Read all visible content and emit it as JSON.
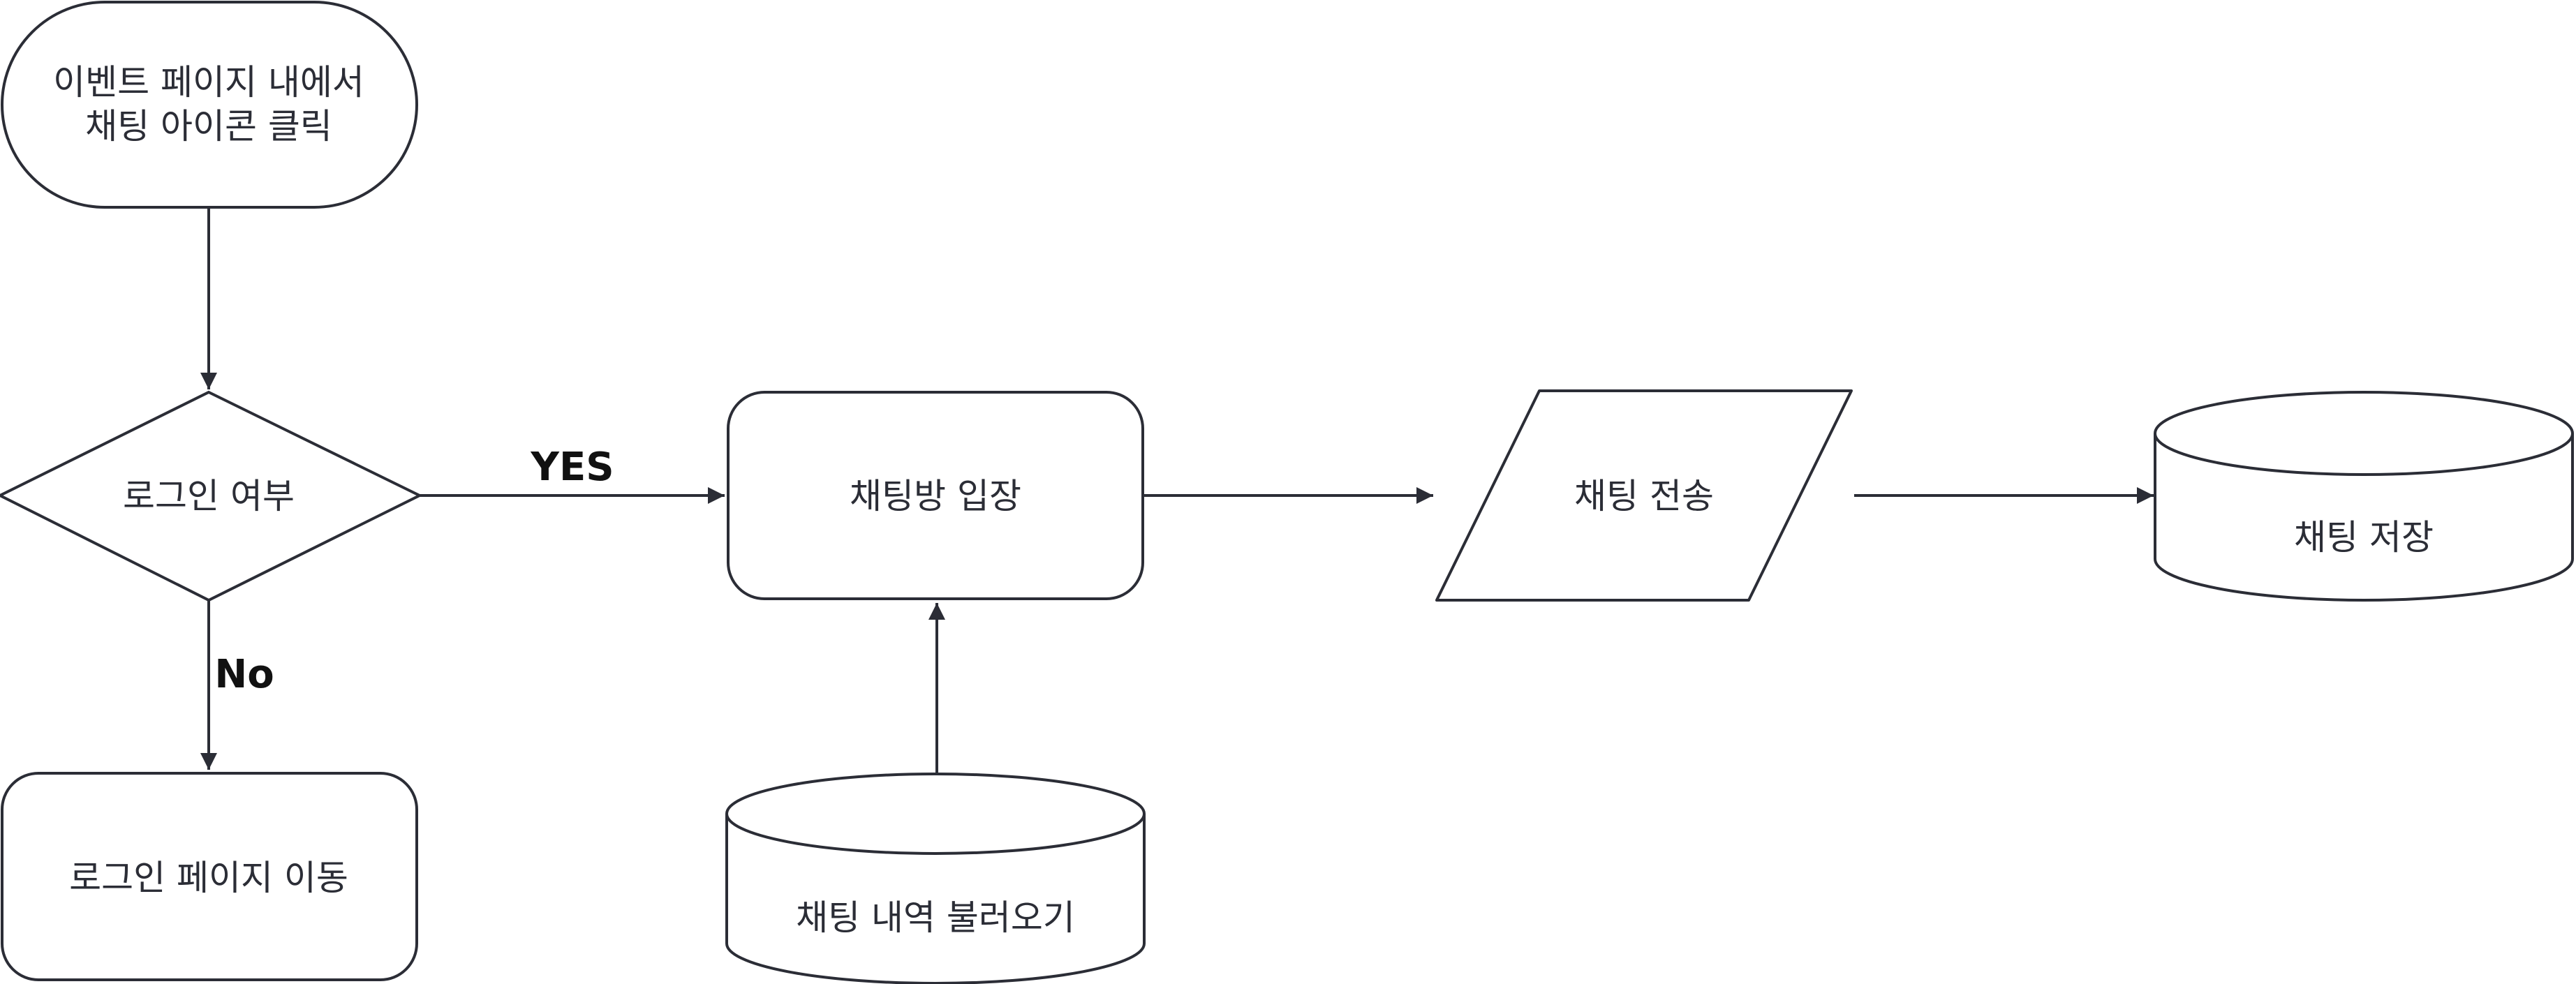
{
  "diagram": {
    "nodes": {
      "start": {
        "line1": "이벤트 페이지 내에서",
        "line2": "채팅 아이콘 클릭",
        "shape": "terminator"
      },
      "login_check": {
        "label": "로그인 여부",
        "shape": "decision"
      },
      "login_page": {
        "label": "로그인 페이지 이동",
        "shape": "process"
      },
      "enter_room": {
        "label": "채팅방 입장",
        "shape": "process"
      },
      "load_history": {
        "label": "채팅 내역 불러오기",
        "shape": "database"
      },
      "send_chat": {
        "label": "채팅 전송",
        "shape": "input-output"
      },
      "save_chat": {
        "label": "채팅 저장",
        "shape": "database"
      }
    },
    "edges": {
      "yes_label": "YES",
      "no_label": "No"
    }
  },
  "colors": {
    "stroke": "#2b2d36",
    "fill": "#ffffff",
    "label": "#111111"
  }
}
